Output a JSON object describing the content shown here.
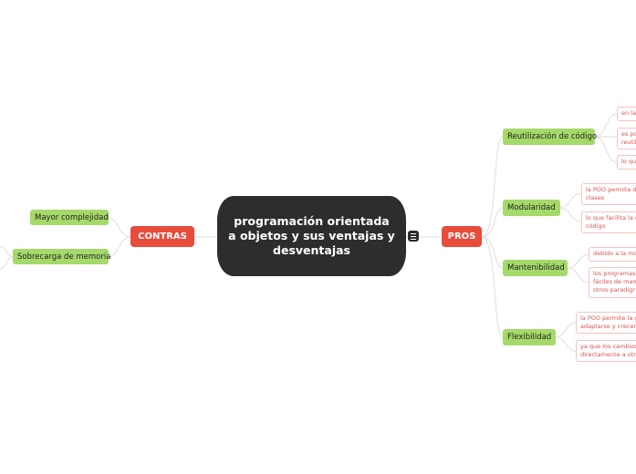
{
  "central": {
    "title": "programación orientada a objetos y sus ventajas y desventajas"
  },
  "contras": {
    "label": "CONTRAS",
    "items": [
      "Mayor complejidad",
      "Sobrecarga de memoria"
    ]
  },
  "pros": {
    "label": "PROS",
    "branches": [
      {
        "label": "Reutilización de código",
        "leaves": [
          "en la",
          "es pos\nreutili",
          "lo qu"
        ]
      },
      {
        "label": "Modularidad",
        "leaves": [
          "la POO permite di\nclases",
          "lo que facilita la c\ncódigo"
        ]
      },
      {
        "label": "Mantenibilidad",
        "leaves": [
          "debido a la mo",
          "los programas\nfáciles de man\notros paradigr"
        ]
      },
      {
        "label": "Flexibilidad",
        "leaves": [
          "la POO permite la c\nadaptarse y crecer",
          "ya que los cambios\ndirectamente a otra"
        ]
      }
    ]
  },
  "colors": {
    "central": "#2d2d2d",
    "main_topic": "#e84c3d",
    "subtopic": "#a5d96a",
    "leaf_text": "#d9534f",
    "connector": "#e3e3e3"
  }
}
